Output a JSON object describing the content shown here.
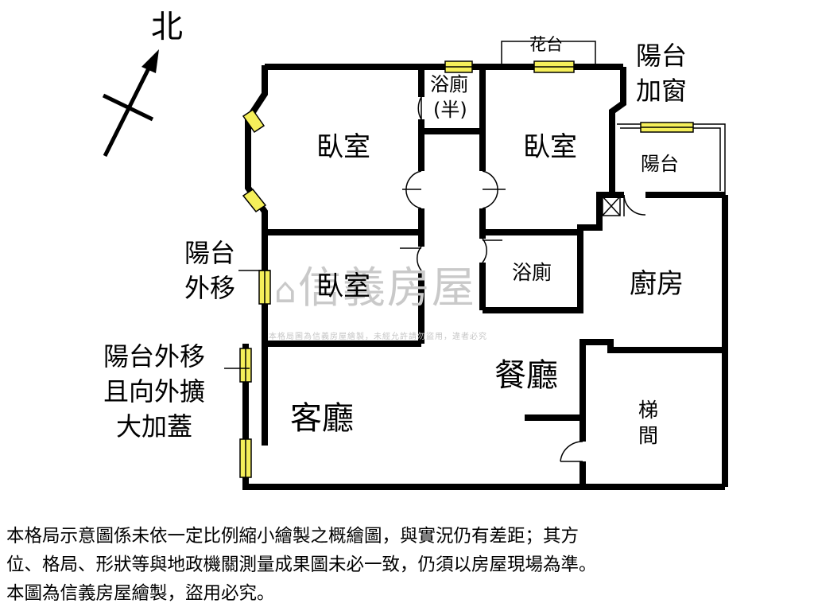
{
  "compass": {
    "label": "北"
  },
  "rooms": {
    "bedroom_top_left": "臥室",
    "bath_half_line1": "浴廁",
    "bath_half_line2": "(半)",
    "flower_bed": "花台",
    "bedroom_top_right": "臥室",
    "balcony": "陽台",
    "bedroom_middle": "臥室",
    "bathroom": "浴廁",
    "kitchen": "廚房",
    "dining_room": "餐廳",
    "living_room": "客廳",
    "stairwell_line1": "梯",
    "stairwell_line2": "間"
  },
  "annotations": {
    "balcony_window": [
      "陽台",
      "加窗"
    ],
    "balcony_moved_out": [
      "陽台",
      "外移"
    ],
    "balcony_expanded": [
      "陽台外移",
      "且向外擴",
      "大加蓋"
    ]
  },
  "watermark": {
    "logo_text": "信義房屋",
    "notice": "本格局圖為信義房屋繪製，未經允許請勿盜用，違者必究"
  },
  "disclaimer": [
    "本格局示意圖係未依一定比例縮小繪製之概繪圖，與實況仍有差距；其方",
    "位、格局、形狀等與地政機關測量成果圖未必一致，仍須以房屋現場為準。",
    "本圖為信義房屋繪製，盜用必究。"
  ],
  "colors": {
    "wall": "#000000",
    "window_fill": "#f5ef5a",
    "watermark": "#c9c9c9"
  }
}
